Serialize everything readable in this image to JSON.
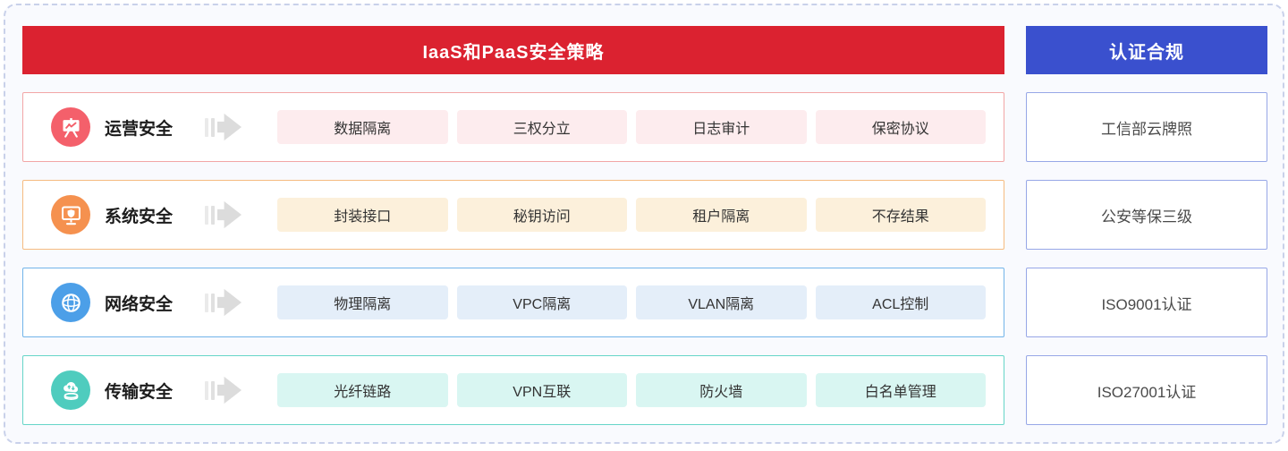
{
  "panel": {
    "background": "#F9FAFE",
    "border_color": "#C9D1EA"
  },
  "headers": {
    "strategy": {
      "label": "IaaS和PaaS安全策略",
      "bg": "#DB2230",
      "text_color": "#FFFFFF"
    },
    "compliance": {
      "label": "认证合规",
      "bg": "#3A50CE",
      "text_color": "#FFFFFF"
    }
  },
  "strategy_rows": [
    {
      "label": "运营安全",
      "icon": "presentation-chart-icon",
      "icon_bg": "#F4606B",
      "row_border": "#F2A6A6",
      "tag_bg": "#FDECEE",
      "tags": [
        "数据隔离",
        "三权分立",
        "日志审计",
        "保密协议"
      ]
    },
    {
      "label": "系统安全",
      "icon": "monitor-shield-icon",
      "icon_bg": "#F5914F",
      "row_border": "#F5BB80",
      "tag_bg": "#FCF0DB",
      "tags": [
        "封装接口",
        "秘钥访问",
        "租户隔离",
        "不存结果"
      ]
    },
    {
      "label": "网络安全",
      "icon": "globe-icon",
      "icon_bg": "#4C9FE8",
      "row_border": "#72B4E9",
      "tag_bg": "#E4EEF9",
      "tags": [
        "物理隔离",
        "VPC隔离",
        "VLAN隔离",
        "ACL控制"
      ]
    },
    {
      "label": "传输安全",
      "icon": "cloud-transfer-icon",
      "icon_bg": "#4FCCBE",
      "row_border": "#66D5C8",
      "tag_bg": "#D9F6F2",
      "tags": [
        "光纤链路",
        "VPN互联",
        "防火墙",
        "白名单管理"
      ]
    }
  ],
  "compliance_items": [
    {
      "label": "工信部云牌照"
    },
    {
      "label": "公安等保三级"
    },
    {
      "label": "ISO9001认证"
    },
    {
      "label": "ISO27001认证"
    }
  ],
  "arrow": {
    "bar1_color": "#EAEAEA",
    "bar2_color": "#E0E0E0",
    "head_color": "#DCDCDC"
  }
}
